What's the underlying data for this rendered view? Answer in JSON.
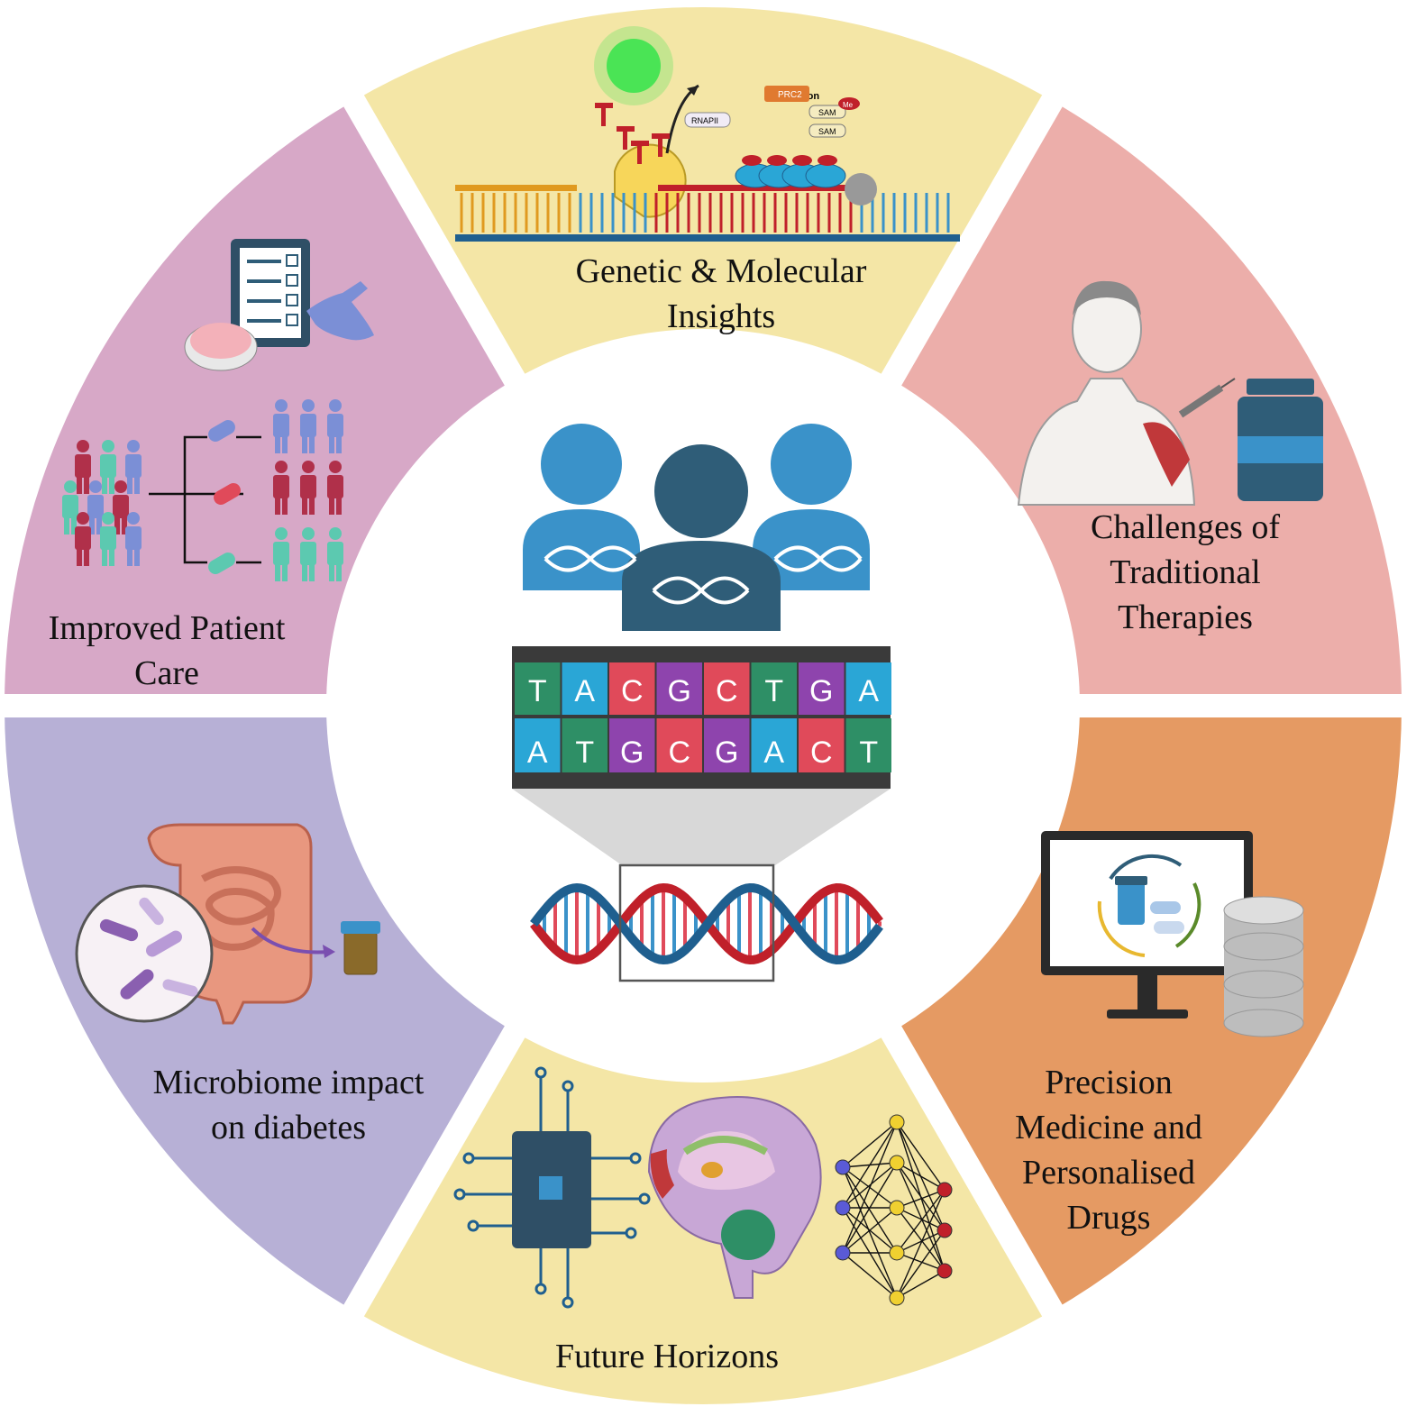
{
  "colors": {
    "genetic": "#f4e6a6",
    "challenges": "#ecaeaa",
    "precision": "#e59a63",
    "future": "#f4e6a6",
    "microbiome": "#b7b0d6",
    "patient_care": "#d7a8c7",
    "dark_person": "#2f5d78",
    "light_person": "#3a92c9",
    "dna_red": "#c0202a",
    "dna_blue": "#1f5f8f"
  },
  "segments": {
    "genetic": {
      "line1": "Genetic & Molecular",
      "line2": "Insights",
      "icons": [
        "crispr-cas-icon",
        "dna-strand-icon",
        "methylation-icon"
      ],
      "tags": {
        "methylation": "Methylation",
        "prc2": "PRC2",
        "rnapii": "RNAPII",
        "sam1": "SAM",
        "sam2": "SAM",
        "me": "Me"
      }
    },
    "challenges": {
      "line1": "Challenges of",
      "line2": "Traditional",
      "line3": "Therapies",
      "icons": [
        "patient-torso-icon",
        "syringe-icon",
        "medicine-jar-icon"
      ]
    },
    "precision": {
      "line1": "Precision",
      "line2": "Medicine and",
      "line3": "Personalised",
      "line4": "Drugs",
      "icons": [
        "monitor-icon",
        "pill-bottle-icon",
        "database-icon"
      ]
    },
    "future": {
      "line1": "Future Horizons",
      "icons": [
        "circuit-chip-icon",
        "brain-icon",
        "neural-network-icon"
      ]
    },
    "microbiome": {
      "line1": "Microbiome impact",
      "line2": "on diabetes",
      "icons": [
        "intestine-icon",
        "bacteria-icon",
        "stool-sample-icon"
      ]
    },
    "patient_care": {
      "line1": "Improved Patient",
      "line2": "Care",
      "icons": [
        "checklist-icon",
        "petri-dish-icon",
        "patient-groups-icon",
        "pill-icon"
      ]
    }
  },
  "center": {
    "icons": [
      "people-dna-icon",
      "dna-sequence-icon",
      "double-helix-icon"
    ],
    "top_row": [
      "T",
      "A",
      "C",
      "G",
      "C",
      "T",
      "G",
      "A"
    ],
    "bottom_row": [
      "A",
      "T",
      "G",
      "C",
      "G",
      "A",
      "C",
      "T"
    ],
    "base_colors": {
      "A": "#2aa6d6",
      "T": "#2e8f66",
      "C": "#e04a5a",
      "G": "#8e44ad"
    }
  }
}
